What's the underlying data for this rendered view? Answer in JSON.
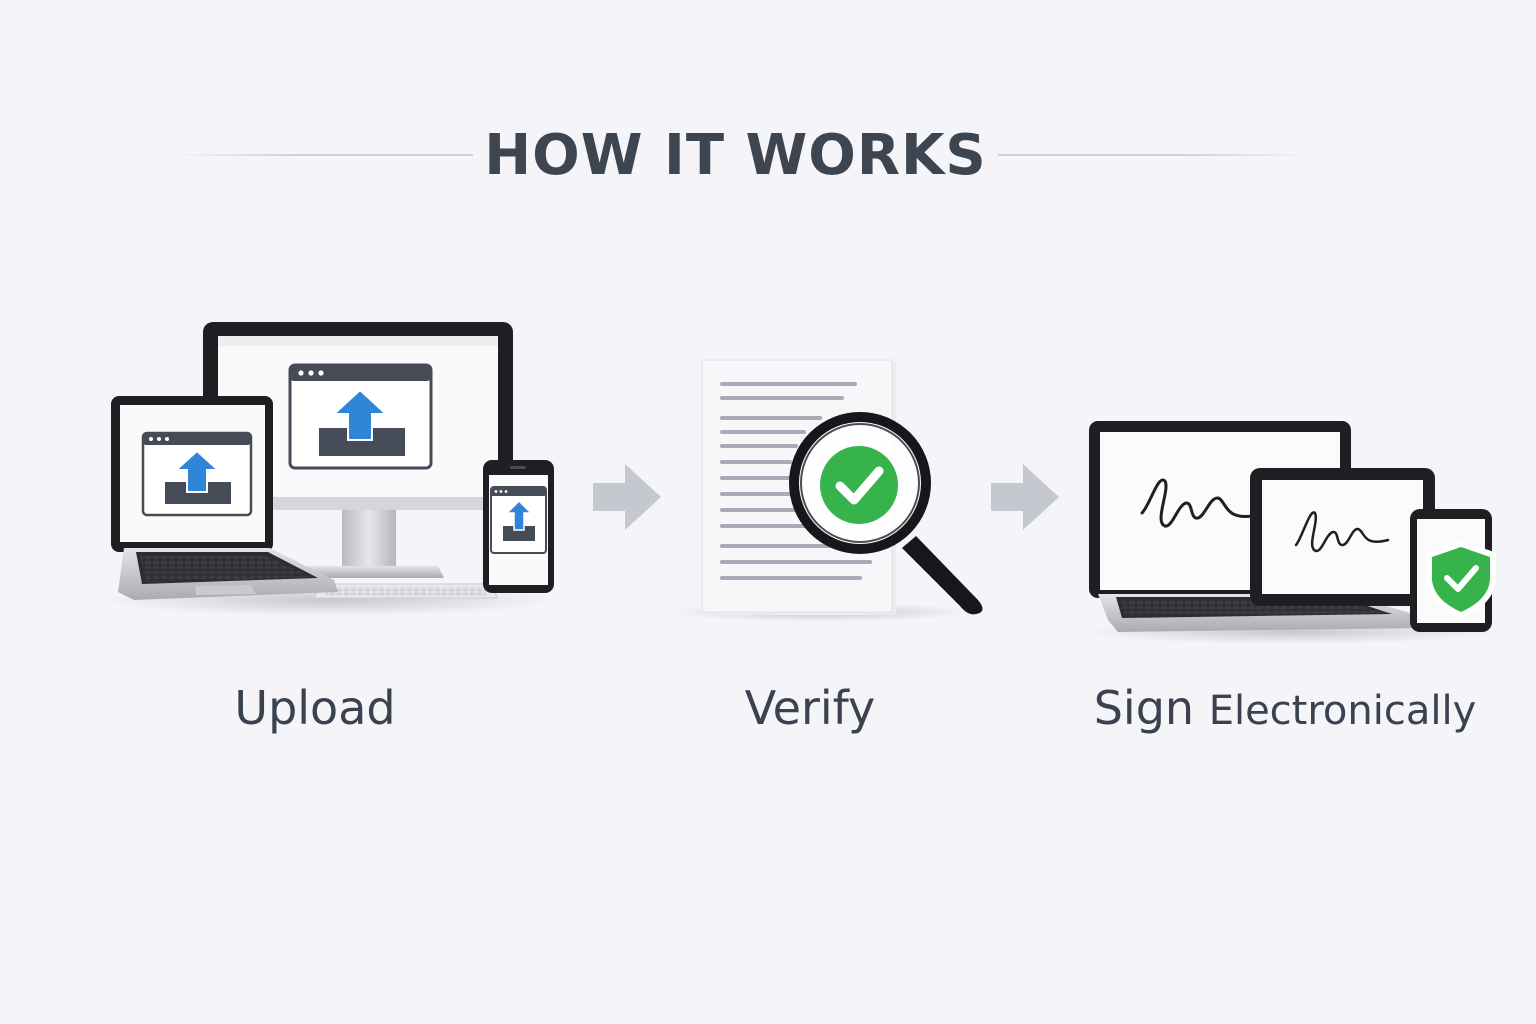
{
  "heading": "HOW IT WORKS",
  "steps": [
    {
      "label": "Upload",
      "icon": "upload-devices-icon"
    },
    {
      "label": "Verify",
      "icon": "magnifier-check-icon"
    },
    {
      "label_main": "Sign",
      "label_rest": "Electronically",
      "icon": "e-signature-devices-icon"
    }
  ],
  "signature_text": "lm",
  "colors": {
    "background": "#f4f4f9",
    "text": "#3a4250",
    "upload_accent": "#2f86d9",
    "check_green": "#36b34a",
    "arrow_gray": "#c6c8cf"
  }
}
